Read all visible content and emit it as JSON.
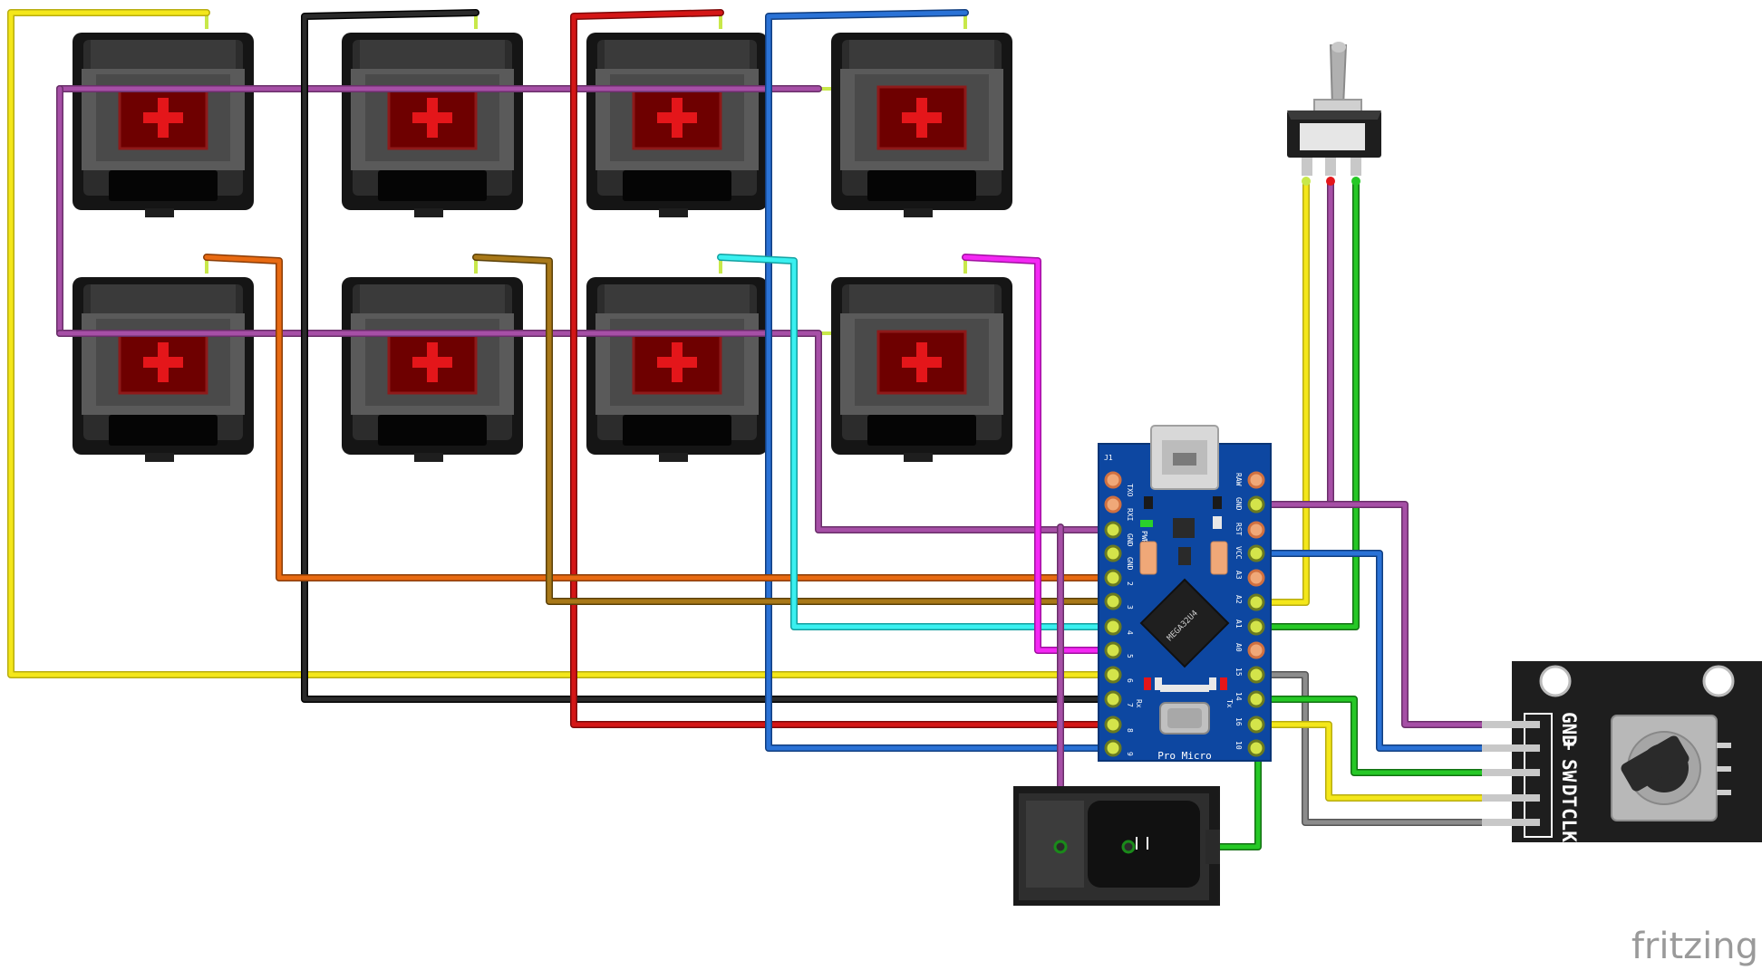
{
  "brand": "fritzing",
  "board": {
    "title": "Pro Micro",
    "chip": "MEGA32U4",
    "corner": "J1",
    "pwr": "PWR",
    "rx": "Rx",
    "tx": "Tx",
    "left_pins": [
      "TXO",
      "RXI",
      "GND",
      "GND",
      "2",
      "3",
      "4",
      "5",
      "6",
      "7",
      "8",
      "9"
    ],
    "right_pins": [
      "RAW",
      "GND",
      "RST",
      "VCC",
      "A3",
      "A2",
      "A1",
      "A0",
      "15",
      "14",
      "16",
      "10"
    ]
  },
  "encoder": {
    "pins": [
      "GND",
      "+",
      "SW",
      "DT",
      "CLK"
    ]
  },
  "colors": {
    "key_body": "#3c3c3c",
    "key_stem": "#e4161a",
    "board_blue": "#0d47a1",
    "wire_yellow": "#f4e71a",
    "wire_black": "#1a1a1a",
    "wire_red": "#c81414",
    "wire_blue": "#2266cc",
    "wire_purple": "#9b4a9b",
    "wire_orange": "#e0640e",
    "wire_brown": "#9b6f13",
    "wire_cyan": "#30e0e0",
    "wire_magenta": "#f01cf0",
    "wire_green": "#22c022",
    "wire_gray": "#8a8a8a"
  }
}
